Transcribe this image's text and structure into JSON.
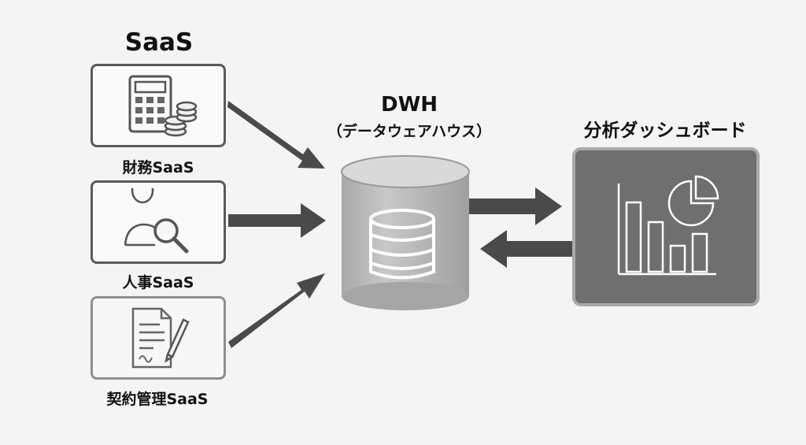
{
  "saas_header": "SaaS",
  "sources": [
    {
      "label": "財務SaaS",
      "icon": "calculator-coins-icon"
    },
    {
      "label": "人事SaaS",
      "icon": "person-search-icon"
    },
    {
      "label": "契約管理SaaS",
      "icon": "contract-pen-icon"
    }
  ],
  "dwh": {
    "title": "DWH",
    "subtitle": "（データウェアハウス）",
    "icon": "database-icon"
  },
  "dashboard": {
    "title": "分析ダッシュボード",
    "icon": "chart-icon"
  },
  "colors": {
    "arrow": "#4a4a4a",
    "panel": "#6f6f6f",
    "cylinder": "#b9b9b9"
  }
}
